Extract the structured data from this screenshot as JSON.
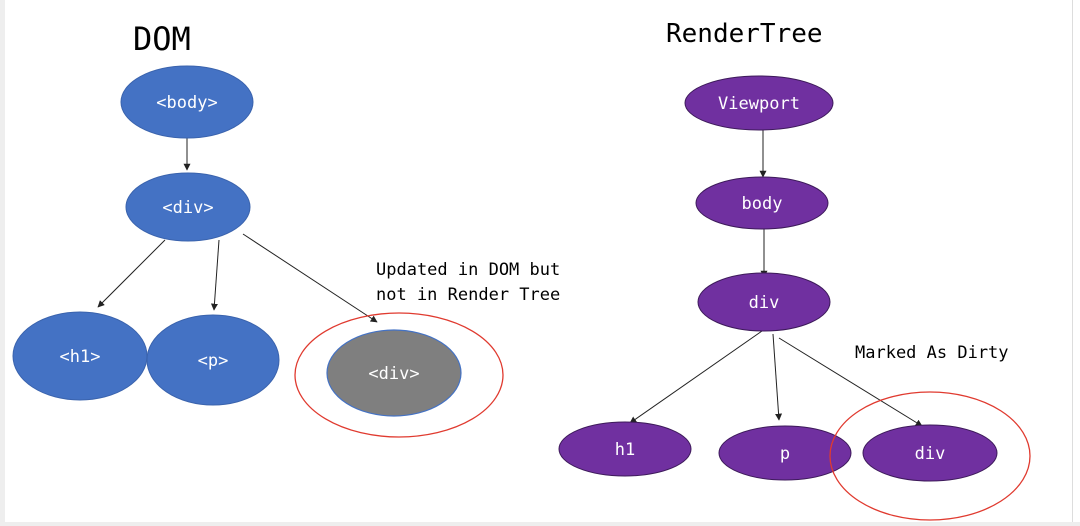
{
  "colors": {
    "dom_node": "#4472c4",
    "dom_node_border": "#3a63ad",
    "updated_node": "#7f7f7f",
    "render_node": "#7030a0",
    "render_node_border": "#3d1a5a",
    "highlight_ring": "#e03a2f",
    "edge": "#222222"
  },
  "dom": {
    "title": "DOM",
    "nodes": {
      "body": "<body>",
      "div": "<div>",
      "h1": "<h1>",
      "p": "<p>",
      "updated_div": "<div>"
    },
    "annotation": {
      "line1": "Updated in DOM but",
      "line2": "not in Render Tree"
    }
  },
  "render_tree": {
    "title": "RenderTree",
    "nodes": {
      "viewport": "Viewport",
      "body": "body",
      "div": "div",
      "h1": "h1",
      "p": "p",
      "dirty_div": "div"
    },
    "annotation": "Marked As Dirty"
  }
}
